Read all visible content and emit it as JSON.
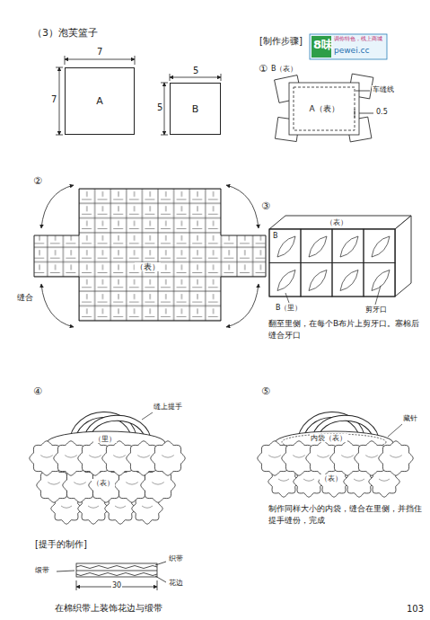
{
  "diagram": {
    "title": "（3）泡芙篮子",
    "nodes": [
      {
        "text": [
          "A"
        ]
      },
      {
        "text": [
          "B"
        ]
      },
      {
        "text": [
          "A（表）"
        ]
      }
    ],
    "labels": [
      "7",
      "7",
      "5",
      "5",
      "[制作步骤]",
      "8味",
      "调你特色，线上商城",
      "pewei.cc",
      "①",
      "B（表）",
      "车缝线",
      "0.5",
      "②",
      "（表）",
      "缝合",
      "③",
      "（表）",
      "B",
      "B（里）",
      "剪牙口",
      "翻至里侧，在每个B布片上剪牙口。塞棉后缝合牙口",
      "④",
      "缝上提手",
      "（里）",
      "（表）",
      "⑤",
      "藏针",
      "内袋（表）",
      "（表）",
      "制作同样大小的内袋，缝合在里侧，并挡住提手缝份，完成",
      "[提手的制作]",
      "织带",
      "缎带",
      "花边",
      "30",
      "在棉织带上装饰花边与缎带",
      "103"
    ]
  }
}
